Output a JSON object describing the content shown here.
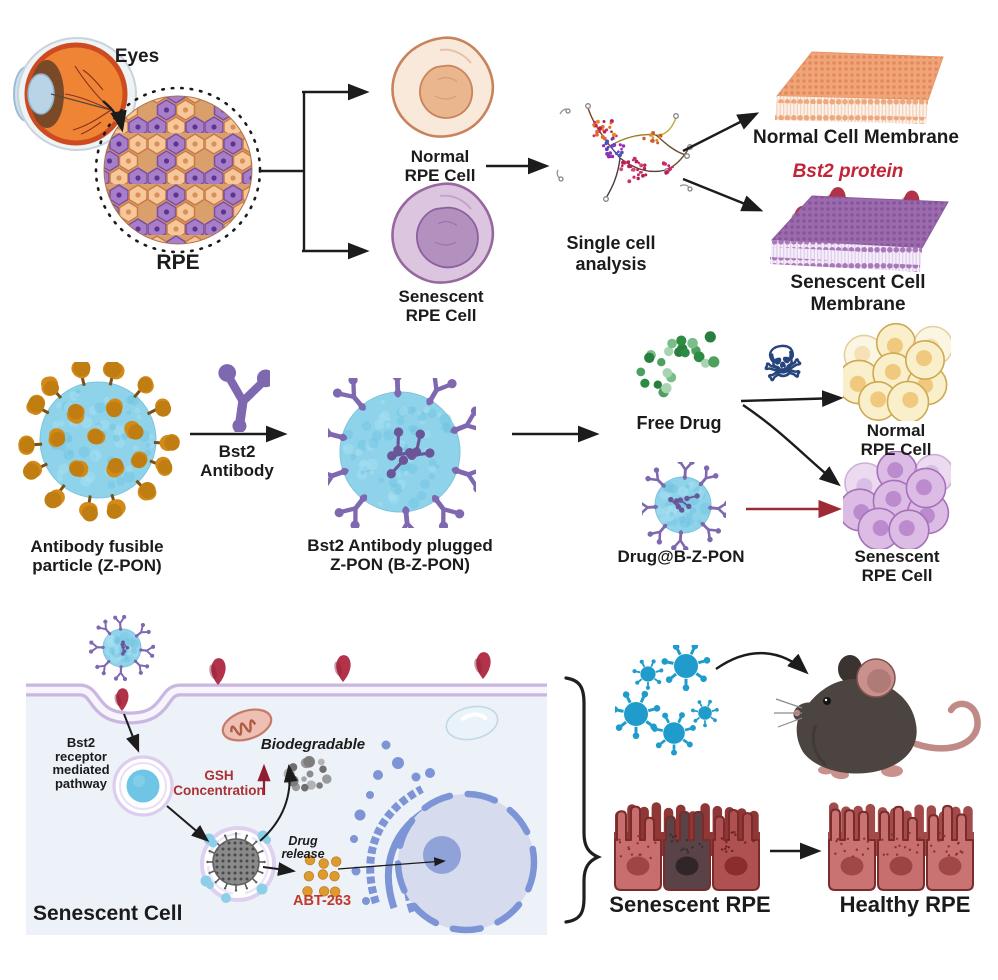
{
  "top": {
    "eyes": "Eyes",
    "rpe": "RPE",
    "normal_cell": [
      "Normal",
      "RPE Cell"
    ],
    "senescent_cell": [
      "Senescent",
      "RPE Cell"
    ],
    "single_cell": [
      "Single cell",
      "analysis"
    ],
    "normal_membrane": "Normal Cell Membrane",
    "bst2_protein": "Bst2 protein",
    "senescent_membrane": [
      "Senescent Cell",
      "Membrane"
    ]
  },
  "middle": {
    "zpon": [
      "Antibody fusible",
      "particle (Z-PON)"
    ],
    "bst2_antibody": [
      "Bst2",
      "Antibody"
    ],
    "bzpon": [
      "Bst2 Antibody plugged",
      "Z-PON (B-Z-PON)"
    ],
    "free_drug": "Free Drug",
    "skull_icon": "☠",
    "drug_bzpon": "Drug@B-Z-PON",
    "normal_rpe": [
      "Normal",
      "RPE Cell"
    ],
    "senescent_rpe": [
      "Senescent",
      "RPE Cell"
    ]
  },
  "bottom": {
    "pathway": [
      "Bst2",
      "receptor",
      "mediated",
      "pathway"
    ],
    "gsh": [
      "GSH",
      "Concentration"
    ],
    "biodegradable": "Biodegradable",
    "drug_release": [
      "Drug",
      "release"
    ],
    "abt": "ABT-263",
    "senescent_cell": "Senescent Cell",
    "senescent_rpe": "Senescent RPE",
    "healthy_rpe": "Healthy RPE"
  },
  "colors": {
    "label_text": "#1b1b1b",
    "bst2_protein_red": "#c22438",
    "receptor_red": "#b23349",
    "gsh_red": "#a93232",
    "abt263_red": "#c0392b",
    "red_arrow": "#9e2a33",
    "nanoparticle_blue": "#8fd3ea",
    "antibody_purple": "#7e68b0",
    "zpon_orange": "#d28a18",
    "free_drug_green": "#2e8b44",
    "teal_particle": "#1f9ccc",
    "skull_navy": "#27447c",
    "rpe_peach": "#f6c79a",
    "rpe_purple": "#a77fc9",
    "panel_bg": "#edf1f8"
  }
}
